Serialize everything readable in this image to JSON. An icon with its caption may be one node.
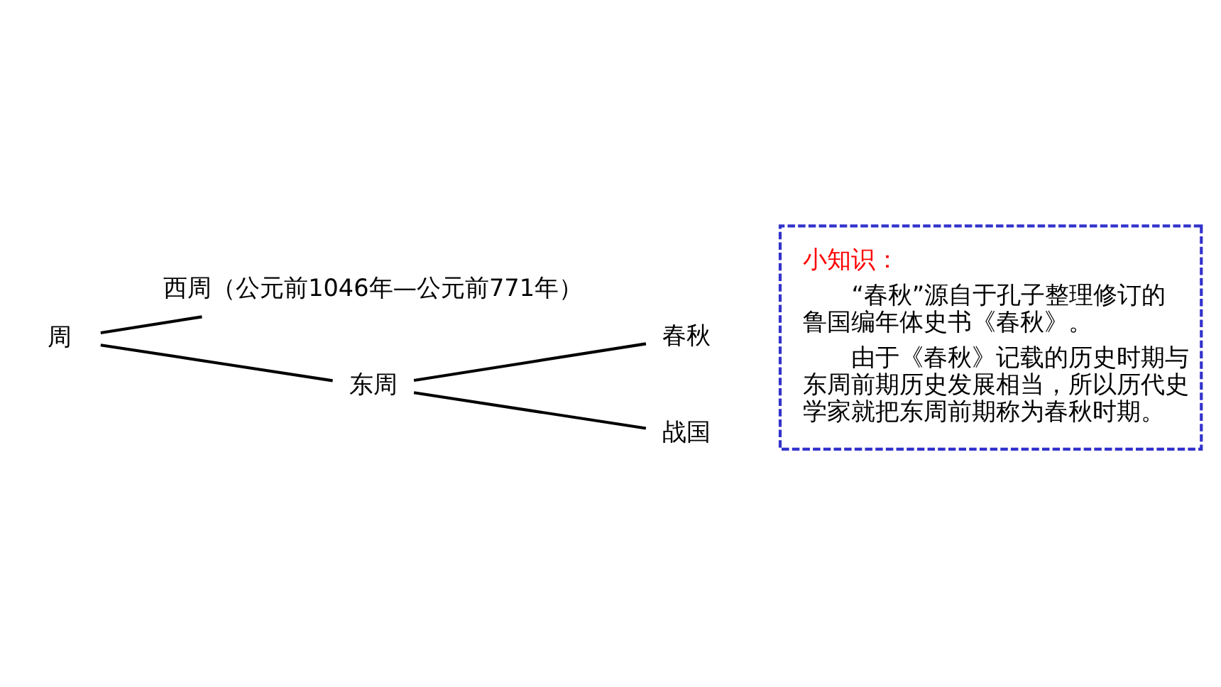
{
  "diagram": {
    "nodes": [
      {
        "text": [
          "周"
        ]
      },
      {
        "text": [
          "西周（公元前1046年—公元前771年）"
        ]
      },
      {
        "text": [
          "东周"
        ]
      },
      {
        "text": [
          "春秋"
        ]
      },
      {
        "text": [
          "战国"
        ]
      },
      {
        "text": [
          "小知识：",
          "“春秋”源自于孔子整理修订的鲁国编年体史书《春秋》。",
          "由于《春秋》记载的历史时期与东周前期历史发展相当，所以历代史学家就把东周前期称为春秋时期。"
        ]
      }
    ],
    "edges": [
      {
        "from": 0,
        "to": 1,
        "arrow": "none"
      },
      {
        "from": 0,
        "to": 2,
        "arrow": "none"
      },
      {
        "from": 2,
        "to": 3,
        "arrow": "none"
      },
      {
        "from": 2,
        "to": 4,
        "arrow": "none"
      }
    ]
  }
}
